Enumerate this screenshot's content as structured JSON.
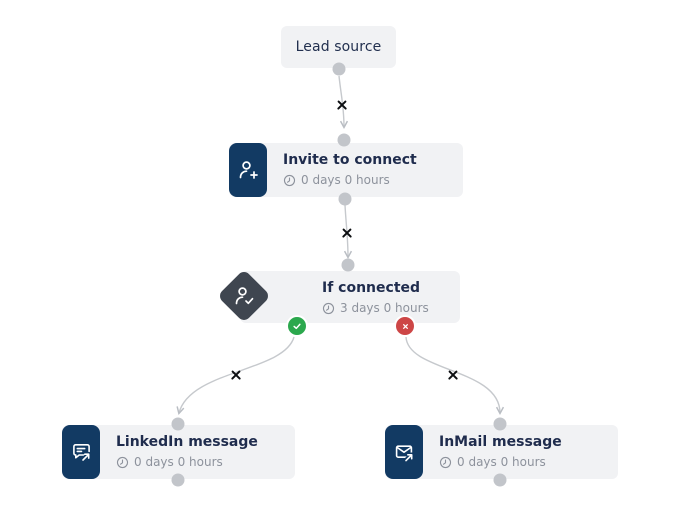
{
  "canvas": {
    "background": "#ffffff"
  },
  "colors": {
    "node_bg": "#f1f2f4",
    "action_icon_bg": "#123a63",
    "condition_icon_bg": "#3f4650",
    "title_text": "#1f2c4d",
    "delay_text": "#8d929c",
    "connector": "#c6c9cd",
    "handle_dot": "#c2c5ca",
    "success_badge": "#2ba84d",
    "failure_badge": "#cd4646",
    "delete_x": "#0c0e11"
  },
  "nodes": {
    "lead": {
      "title": "Lead source"
    },
    "invite": {
      "title": "Invite to connect",
      "delay": "0 days 0 hours",
      "icon": "person-add-icon"
    },
    "if_connected": {
      "title": "If connected",
      "delay": "3 days 0 hours",
      "icon": "person-check-icon"
    },
    "linkedin": {
      "title": "LinkedIn message",
      "delay": "0 days 0 hours",
      "icon": "chat-send-icon"
    },
    "inmail": {
      "title": "InMail message",
      "delay": "0 days 0 hours",
      "icon": "mail-send-icon"
    }
  },
  "branches": {
    "success": "connected",
    "failure": "not-connected"
  }
}
